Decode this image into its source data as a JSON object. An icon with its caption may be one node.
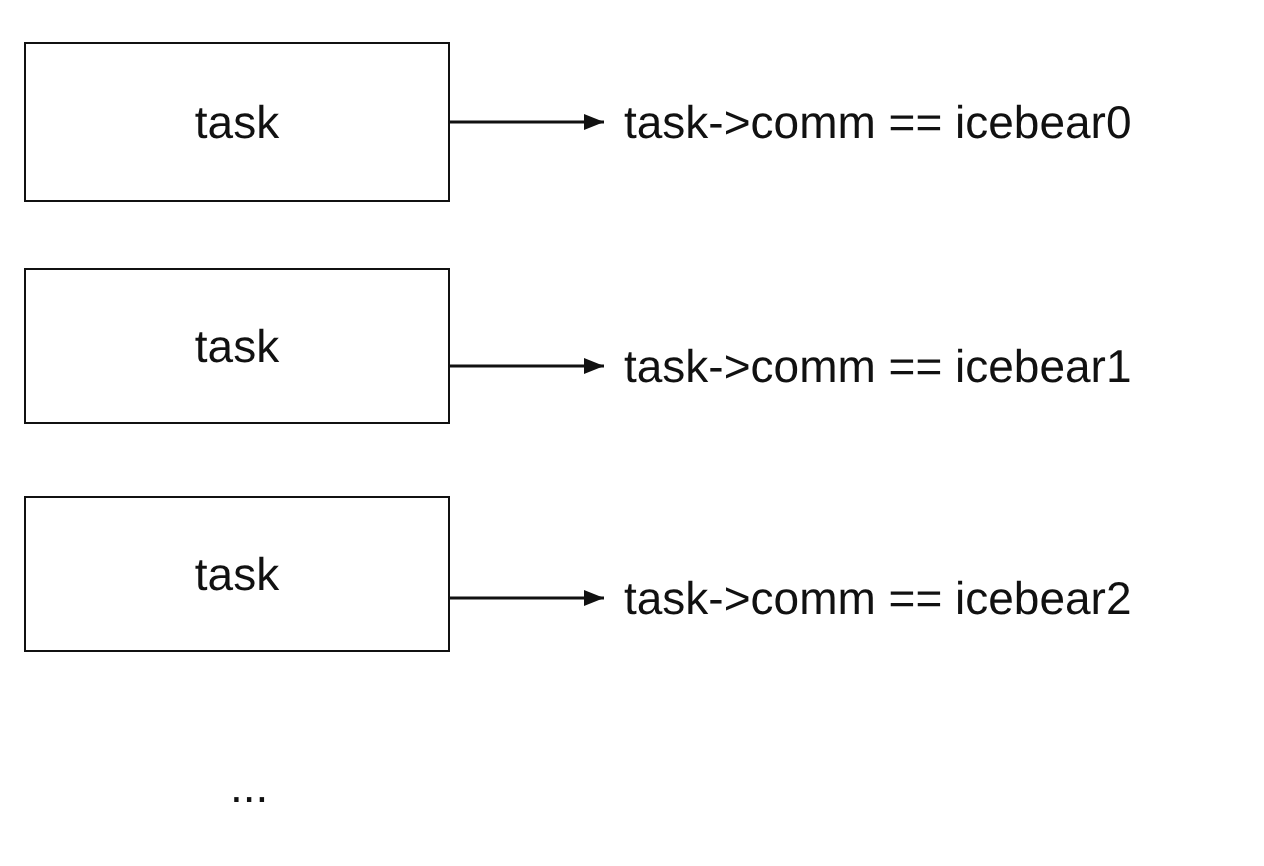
{
  "diagram": {
    "nodes": [
      {
        "text": [
          "task"
        ]
      },
      {
        "text": [
          "task"
        ]
      },
      {
        "text": [
          "task"
        ]
      },
      {
        "text": [
          "task->comm == icebear0"
        ]
      },
      {
        "text": [
          "task->comm == icebear1"
        ]
      },
      {
        "text": [
          "task->comm == icebear2"
        ]
      }
    ],
    "edges": [
      {
        "from": 0,
        "to": 3,
        "arrow": "to"
      },
      {
        "from": 1,
        "to": 4,
        "arrow": "to"
      },
      {
        "from": 2,
        "to": 5,
        "arrow": "to"
      }
    ],
    "labels": [
      "..."
    ]
  }
}
